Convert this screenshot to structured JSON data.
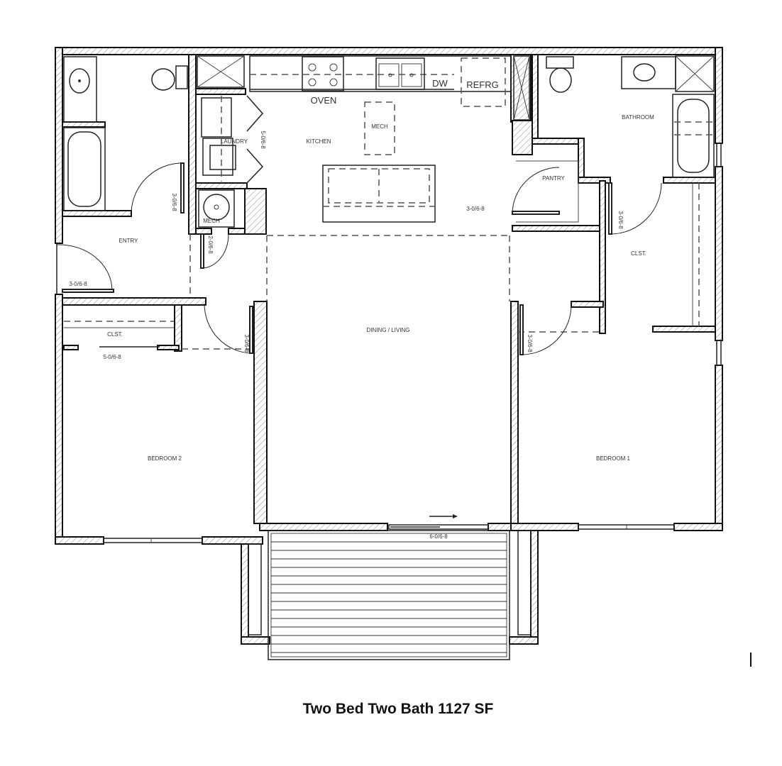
{
  "plan": {
    "title": "Two Bed Two Bath 1127 SF",
    "rooms": {
      "kitchen": "KITCHEN",
      "laundry": "LAUNDRY",
      "mech_kitchen": "MECH",
      "mech_closet": "MECH",
      "pantry": "PANTRY",
      "bathroom": "BATHROOM",
      "entry": "ENTRY",
      "closet_bed2": "CLST.",
      "closet_bed1": "CLST.",
      "dining_living": "DINING / LIVING",
      "bedroom2": "BEDROOM 2",
      "bedroom1": "BEDROOM 1"
    },
    "appliances": {
      "oven": "OVEN",
      "dishwasher": "DW",
      "refrigerator": "REFRG"
    },
    "doors": {
      "entry": "3-0/6-8",
      "bath2": "3-0/6-8",
      "mech": "2-0/6-8",
      "laundry": "5-0/6-8",
      "bed2": "3-0/6-8",
      "closet_bed2": "5-0/6-8",
      "pantry": "3-0/6-8",
      "bath1": "3-0/6-8",
      "bed1": "3-0/6-8",
      "patio": "6-0/6-8"
    }
  }
}
